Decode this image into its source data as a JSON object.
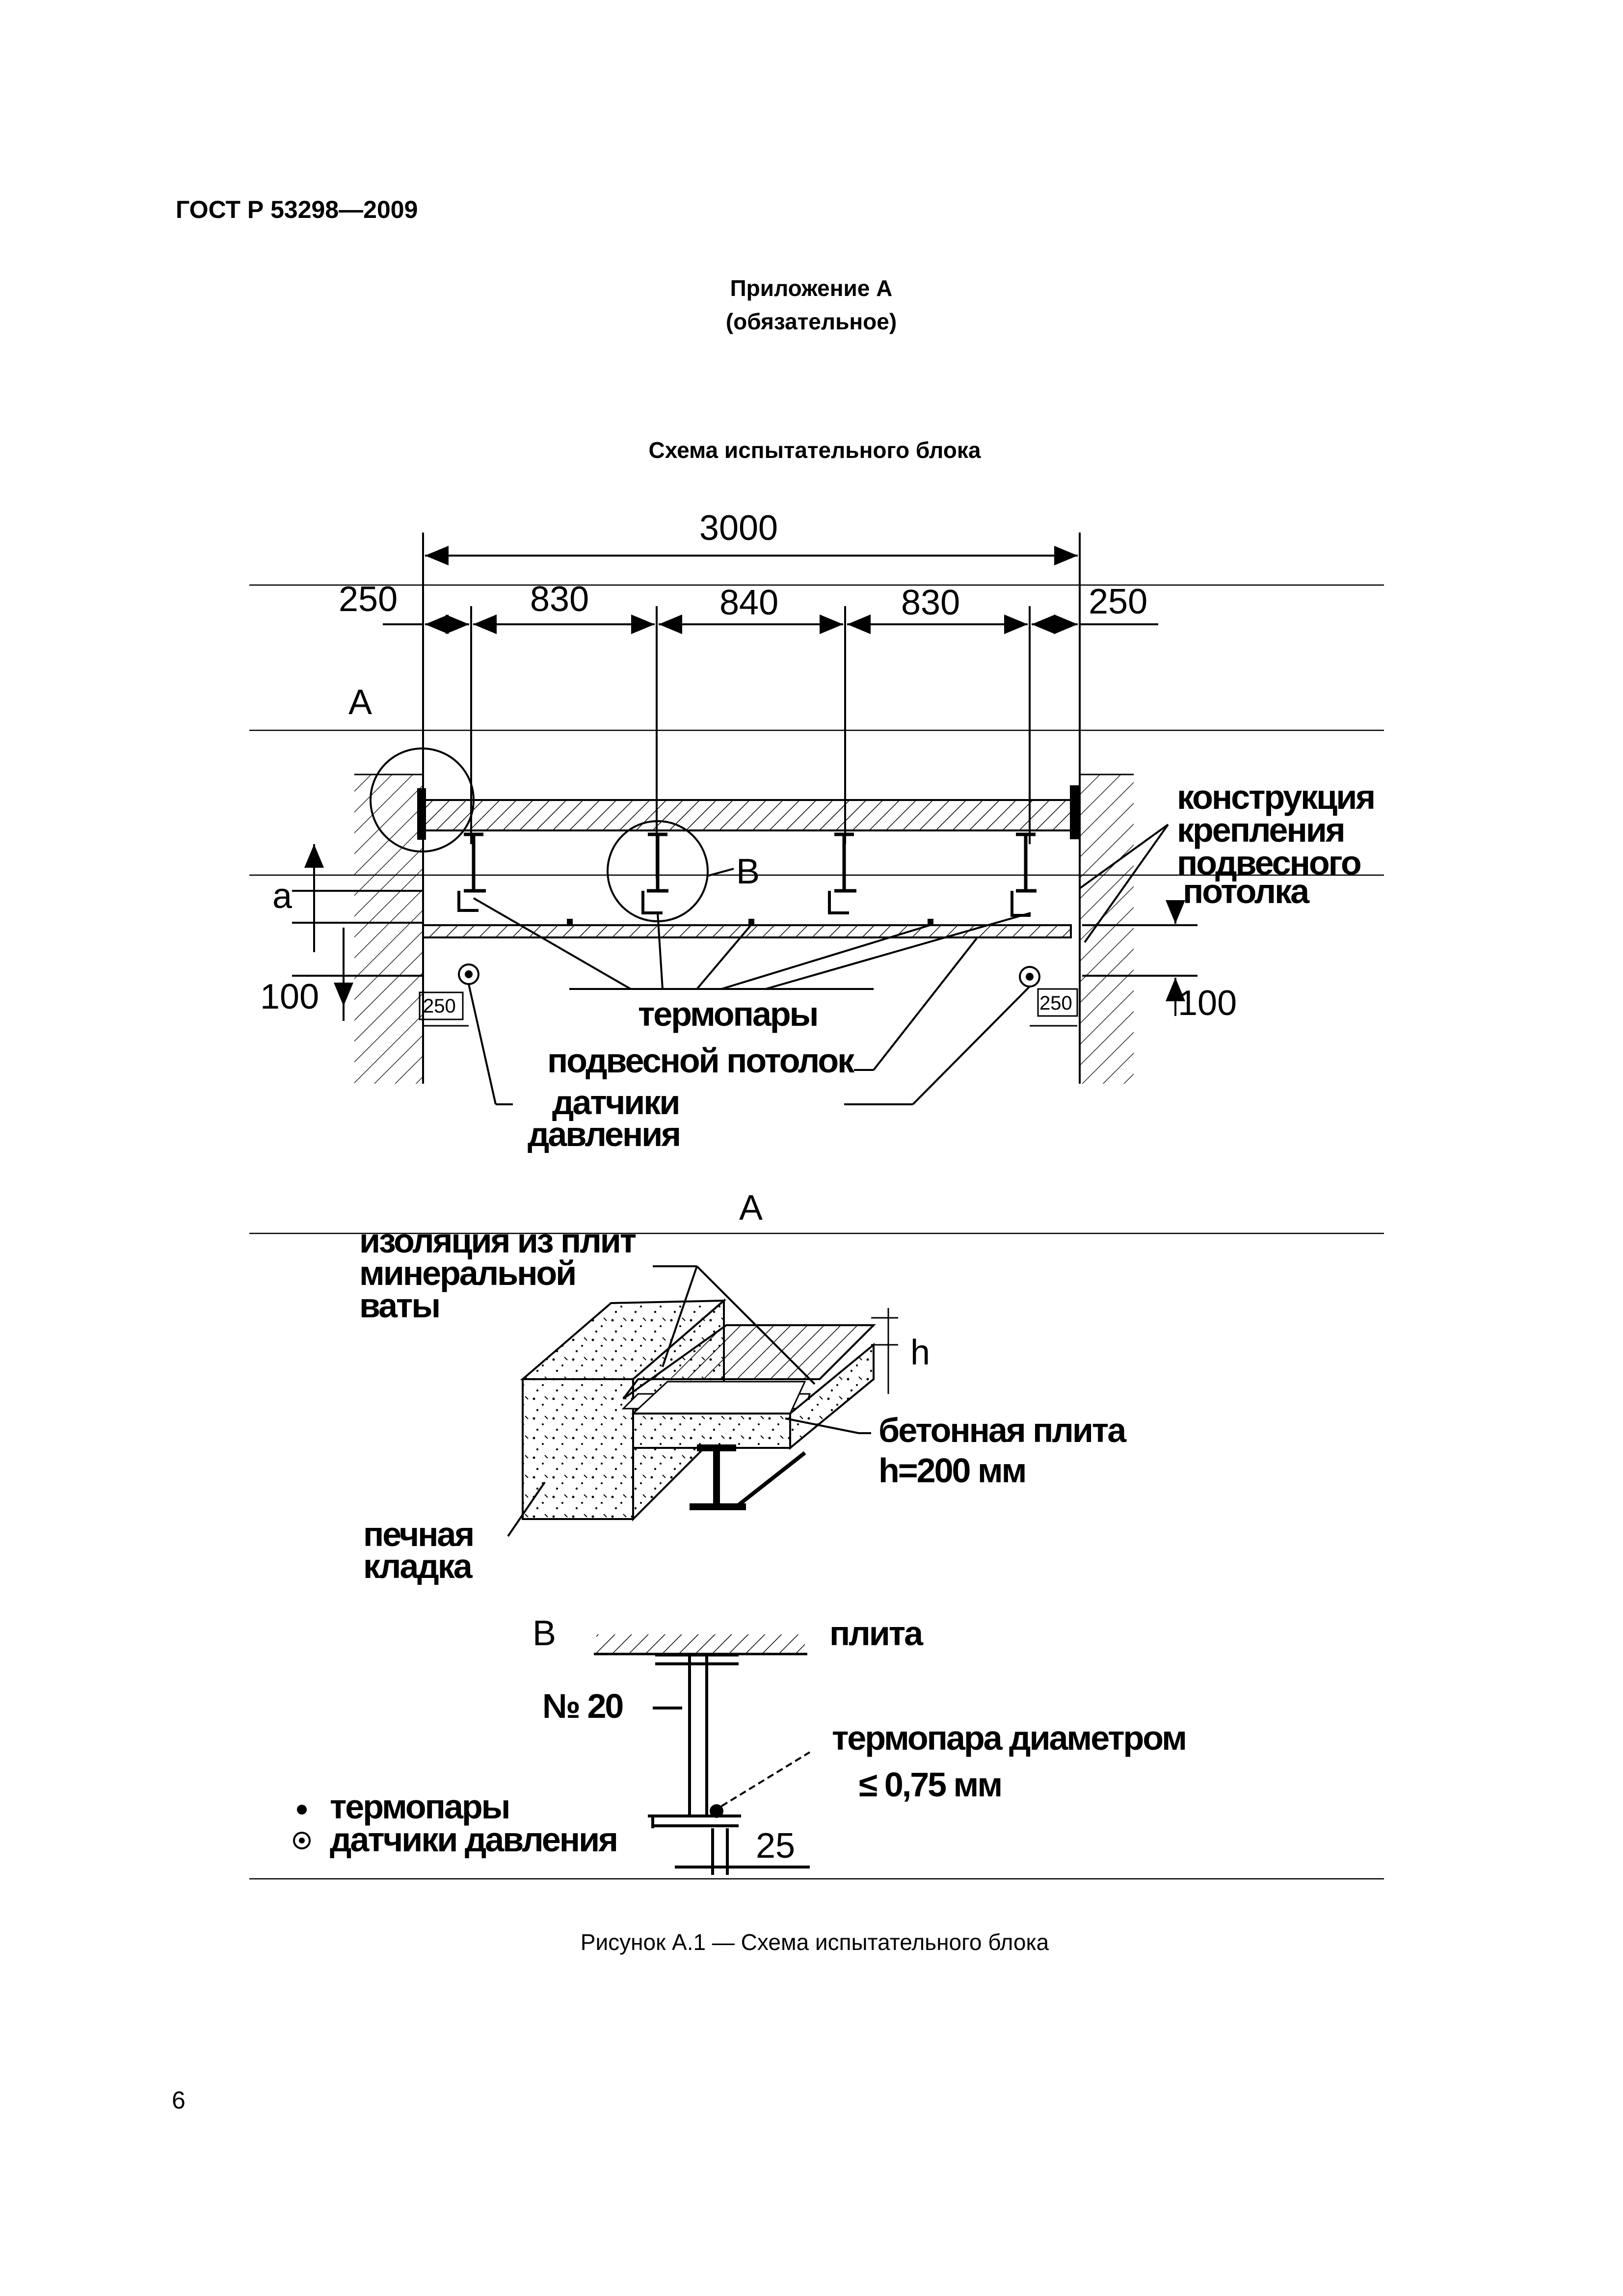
{
  "header": {
    "standard": "ГОСТ Р 53298—2009",
    "appendix": "Приложение А",
    "appendix_status": "(обязательное)",
    "title": "Схема испытательного блока"
  },
  "diagram_main": {
    "dim_total": "3000",
    "dim_250_left": "250",
    "dim_830_a": "830",
    "dim_840": "840",
    "dim_830_b": "830",
    "dim_250_right": "250",
    "label_A": "А",
    "label_B": "В",
    "label_a": "а",
    "dim_100_left": "100",
    "dim_100_right": "100",
    "dim_250_small_left": "250",
    "dim_250_small_right": "250",
    "construction_line1": "конструкция",
    "construction_line2": "крепления",
    "construction_line3": "подвесного",
    "construction_line4": "потолка",
    "thermocouples": "термопары",
    "suspended_ceiling": "подвесной потолок",
    "pressure_sensors_line1": "датчики",
    "pressure_sensors_line2": "давления"
  },
  "detail_A": {
    "title": "А",
    "insulation_line1": "изоляция из плит",
    "insulation_line2": "минеральной",
    "insulation_line3": "ваты",
    "h_label": "h",
    "slab_line1": "бетонная плита",
    "slab_line2": "h=200 мм",
    "masonry_line1": "печная",
    "masonry_line2": "кладка"
  },
  "detail_B": {
    "title": "В",
    "slab": "плита",
    "beam": "№ 20",
    "thermocouple_line1": "термопара диаметром",
    "thermocouple_line2": "≤ 0,75 мм",
    "dim_25": "25"
  },
  "legend": {
    "thermocouples": "термопары",
    "pressure_sensors": "датчики давления"
  },
  "figure_caption": "Рисунок А.1 — Схема испытательного блока",
  "page_number": "6"
}
